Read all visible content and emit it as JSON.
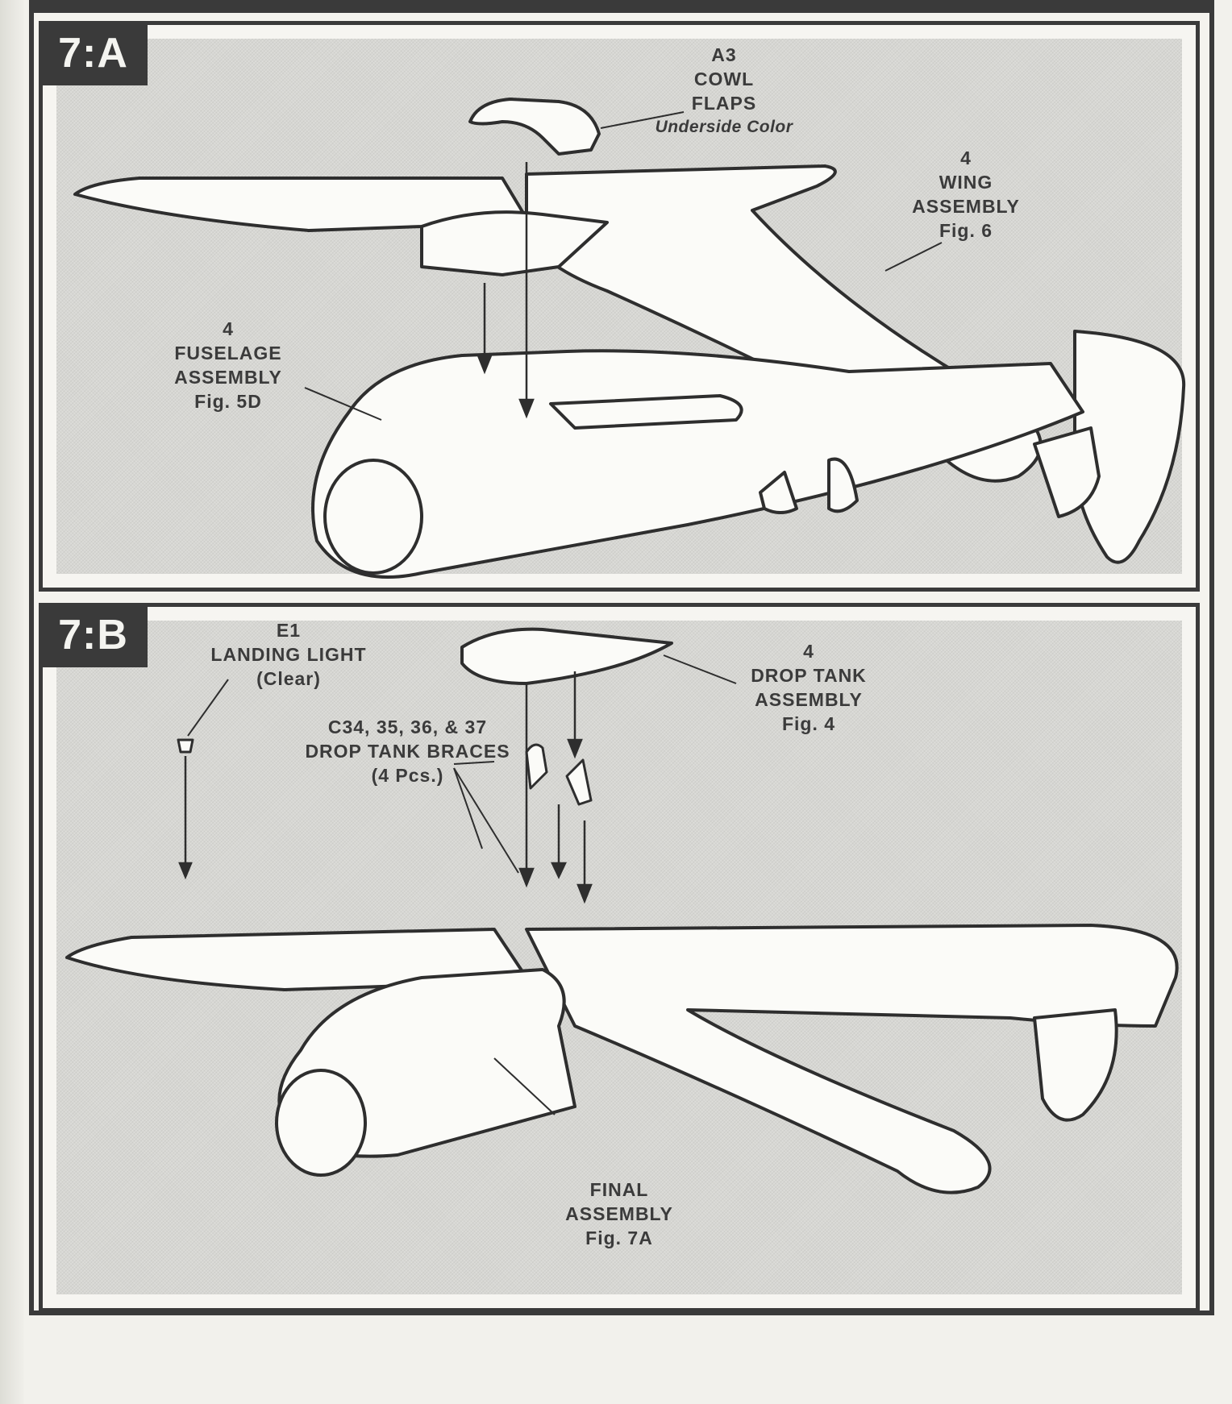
{
  "page": {
    "accent_dark": "#3a3a3a",
    "panel_fill": "#d7d7d3",
    "paper": "#f4f3ee"
  },
  "panels": [
    {
      "step": "7:A",
      "callouts": [
        {
          "id": "cowl-flaps",
          "lines": [
            "A3",
            "COWL",
            "FLAPS"
          ],
          "note": "Underside Color"
        },
        {
          "id": "wing-assembly",
          "lines": [
            "4",
            "WING",
            "ASSEMBLY",
            "Fig. 6"
          ]
        },
        {
          "id": "fuselage-assembly",
          "lines": [
            "4",
            "FUSELAGE",
            "ASSEMBLY",
            "Fig. 5D"
          ]
        }
      ]
    },
    {
      "step": "7:B",
      "callouts": [
        {
          "id": "landing-light",
          "lines": [
            "E1",
            "LANDING LIGHT",
            "(Clear)"
          ]
        },
        {
          "id": "drop-tank-braces",
          "lines": [
            "C34, 35, 36, & 37",
            "DROP TANK BRACES",
            "(4 Pcs.)"
          ]
        },
        {
          "id": "drop-tank-assembly",
          "lines": [
            "4",
            "DROP TANK",
            "ASSEMBLY",
            "Fig. 4"
          ]
        },
        {
          "id": "final-assembly",
          "lines": [
            "FINAL",
            "ASSEMBLY",
            "Fig. 7A"
          ]
        }
      ]
    }
  ]
}
